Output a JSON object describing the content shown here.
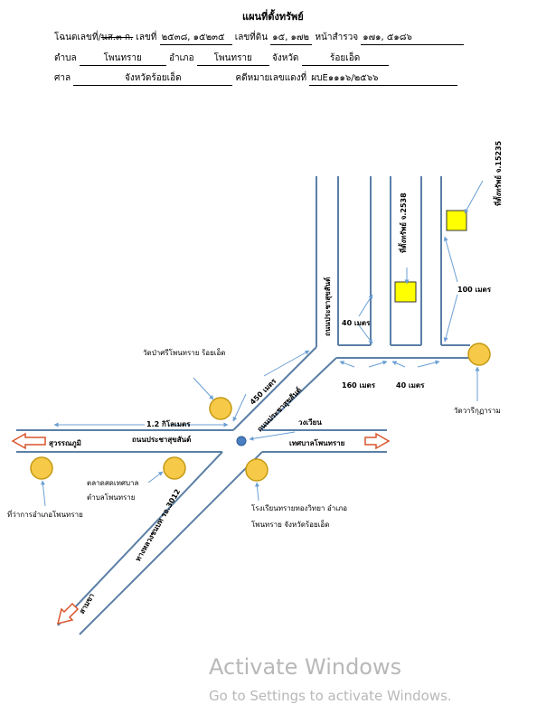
{
  "header": {
    "title": "แผนที่ตั้งทรัพย์",
    "row1": {
      "label1": "โฉนดเลขที่/",
      "strike": "นส.๓ ก.",
      "label2": "เลขที่",
      "v_deed": "๒๕๓๘, ๑๕๒๓๕",
      "label3": "เลขที่ดิน",
      "v_land": "๑๕, ๑๗๒",
      "label4": "หน้าสำรวจ",
      "v_survey": "๑๗๑, ๕๑๘๖"
    },
    "row2": {
      "label1": "ตำบล",
      "v_tambon": "โพนทราย",
      "label2": "อำเภอ",
      "v_amphoe": "โพนทราย",
      "label3": "จังหวัด",
      "v_province": "ร้อยเอ็ด"
    },
    "row3": {
      "label1": "ศาล",
      "v_court": "จังหวัดร้อยเอ็ด",
      "label2": "คดีหมายเลขแดงที่",
      "v_case": "ผบE๑๑๑๖/๒๕๖๖"
    }
  },
  "map": {
    "road_main_horizontal": "ถนนประชาสุขสันต์",
    "road_diagonal_ne": "ถนนประชาสุขสันต์",
    "road_vertical": "ถนนประชาสุขสันต์",
    "road_diagonal_sw": "ทางหลวงชนบท รอ.3012",
    "dir_left": "สุวรรณภูมิ",
    "dir_right": "เทศบาลโพนทราย",
    "dir_sw": "สามขา",
    "roundabout": "วงเวียน",
    "dist_12km": "1.2 กิโลเมตร",
    "dist_450": "450 เมตร",
    "dist_160": "160 เมตร",
    "dist_40_bottom": "40 เมตร",
    "dist_40_left": "40 เมตร",
    "dist_100": "100 เมตร",
    "poi_temple_pa": "วัดป่าศรีโพนทราย ร้อยเอ็ด",
    "poi_temple_right": "วัดวารีกุฏาราม",
    "poi_district_office": "ที่ว่าการอำเภอโพนทราย",
    "poi_market_line1": "ตลาดสดเทศบาล",
    "poi_market_line2": "ตำบลโพนทราย",
    "poi_school_line1": "โรงเรียนทรายทองวิทยา อำเภอ",
    "poi_school_line2": "โพนทราย จังหวัดร้อยเอ็ด",
    "property_1": "ที่ตั้งทรัพย์ จ.2538",
    "property_2": "ที่ตั้งทรัพย์ จ.15235"
  },
  "colors": {
    "road": "#5b7fa6",
    "arrow": "#6a9fd4",
    "poi_fill": "#f7c948",
    "poi_stroke": "#c49a14",
    "property_fill": "#ffff00",
    "roundabout": "#4a7fc1"
  },
  "watermark": {
    "line1": "Activate Windows",
    "line2": "Go to Settings to activate Windows."
  }
}
